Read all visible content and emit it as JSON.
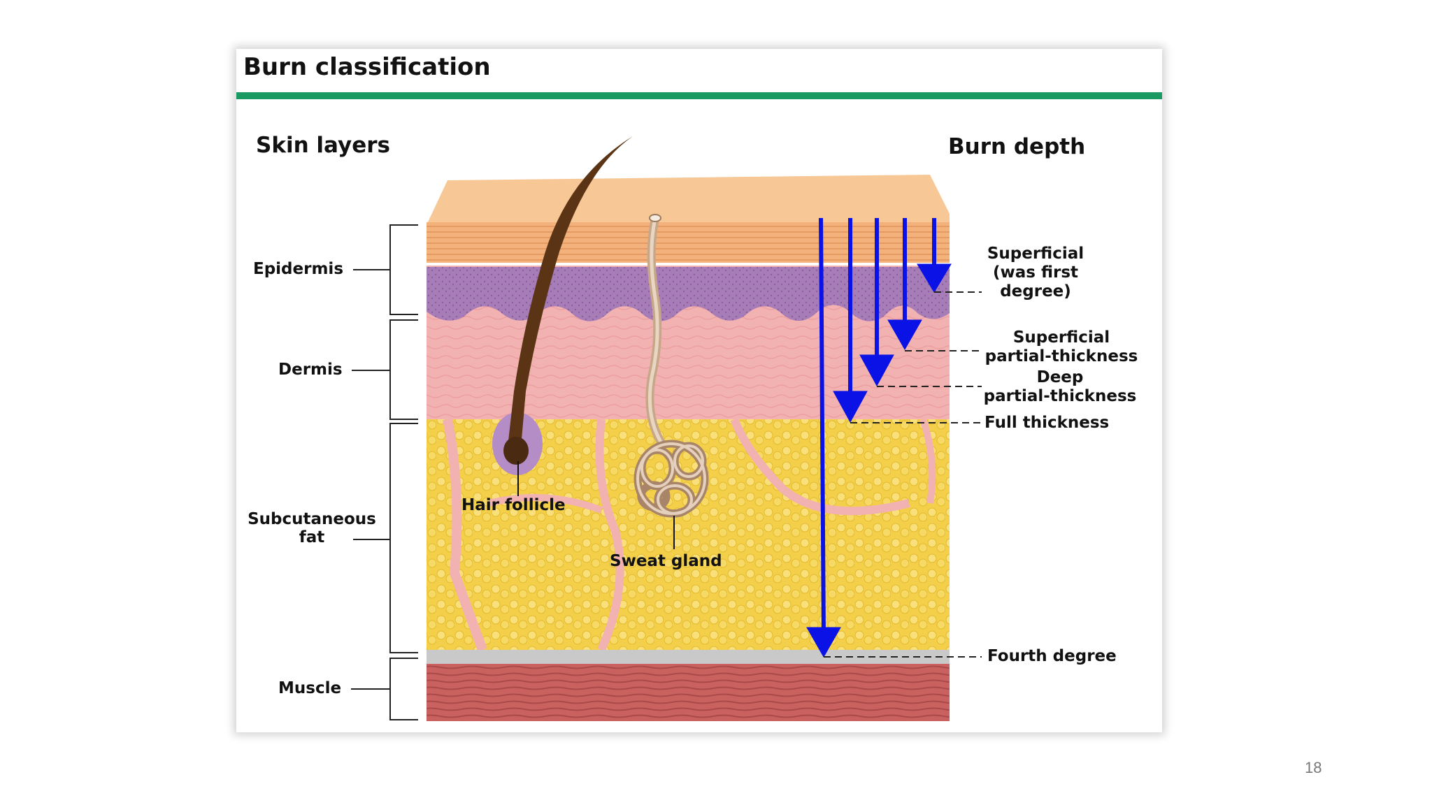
{
  "slide": {
    "title": "Burn classification",
    "page_number": "18"
  },
  "headers": {
    "skin_layers": "Skin layers",
    "burn_depth": "Burn depth"
  },
  "layers": {
    "epidermis": "Epidermis",
    "dermis": "Dermis",
    "subcutaneous_line1": "Subcutaneous",
    "subcutaneous_line2": "fat",
    "muscle": "Muscle"
  },
  "structures": {
    "hair_follicle": "Hair follicle",
    "sweat_gland": "Sweat gland"
  },
  "burn_depths": {
    "superficial_line1": "Superficial",
    "superficial_line2": "(was first",
    "superficial_line3": "degree)",
    "superficial_partial_line1": "Superficial",
    "superficial_partial_line2": "partial-thickness",
    "deep_partial_line1": "Deep",
    "deep_partial_line2": "partial-thickness",
    "full_thickness": "Full thickness",
    "fourth_degree": "Fourth degree"
  },
  "colors": {
    "accent_green": "#1a9a62",
    "arrow_blue": "#0a12e6",
    "epidermis_purple": "#a77db8",
    "dermis_pink": "#f2b2b2",
    "fat_yellow": "#f4d04a",
    "muscle_red": "#c9615f",
    "top_surface": "#f7c796"
  }
}
